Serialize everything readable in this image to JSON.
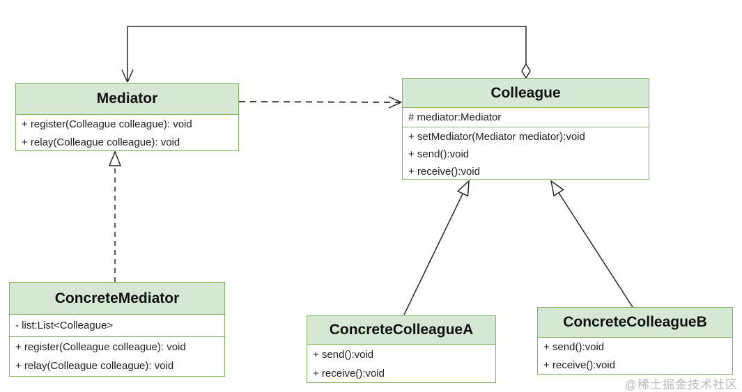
{
  "diagram": {
    "title_hint": "Mediator design pattern UML class diagram",
    "classes": [
      {
        "id": "mediator",
        "name": "Mediator",
        "attributes": [],
        "methods": [
          "+ register(Colleague colleague): void",
          "+ relay(Colleague colleague): void"
        ]
      },
      {
        "id": "colleague",
        "name": "Colleague",
        "attributes": [
          "# mediator:Mediator"
        ],
        "methods": [
          "+ setMediator(Mediator mediator):void",
          "+ send():void",
          "+ receive():void"
        ]
      },
      {
        "id": "concrete-mediator",
        "name": "ConcreteMediator",
        "attributes": [
          "- list:List<Colleague>"
        ],
        "methods": [
          "+ register(Colleague colleague): void",
          "+ relay(Colleague colleague): void"
        ]
      },
      {
        "id": "concrete-colleague-a",
        "name": "ConcreteColleagueA",
        "attributes": [],
        "methods": [
          "+ send():void",
          "+ receive():void"
        ]
      },
      {
        "id": "concrete-colleague-b",
        "name": "ConcreteColleagueB",
        "attributes": [],
        "methods": [
          "+ send():void",
          "+ receive():void"
        ]
      }
    ],
    "relationships": [
      {
        "type": "association-aggregation",
        "from": "Colleague",
        "to": "Mediator",
        "diamond_end": "Colleague",
        "arrow_end": "Mediator"
      },
      {
        "type": "dependency",
        "from": "Mediator",
        "to": "Colleague",
        "style": "dashed-open-arrow"
      },
      {
        "type": "realization",
        "from": "ConcreteMediator",
        "to": "Mediator",
        "style": "dashed-hollow-triangle"
      },
      {
        "type": "inheritance",
        "from": "ConcreteColleagueA",
        "to": "Colleague",
        "style": "solid-hollow-triangle"
      },
      {
        "type": "inheritance",
        "from": "ConcreteColleagueB",
        "to": "Colleague",
        "style": "solid-hollow-triangle"
      }
    ],
    "colors": {
      "header_fill": "#d5e8d4",
      "border": "#82b366",
      "body_fill": "#ffffff",
      "line": "#262626",
      "text": "#1a1a1a",
      "watermark": "#b9b9b9"
    },
    "watermark": "@稀土掘金技术社区"
  }
}
